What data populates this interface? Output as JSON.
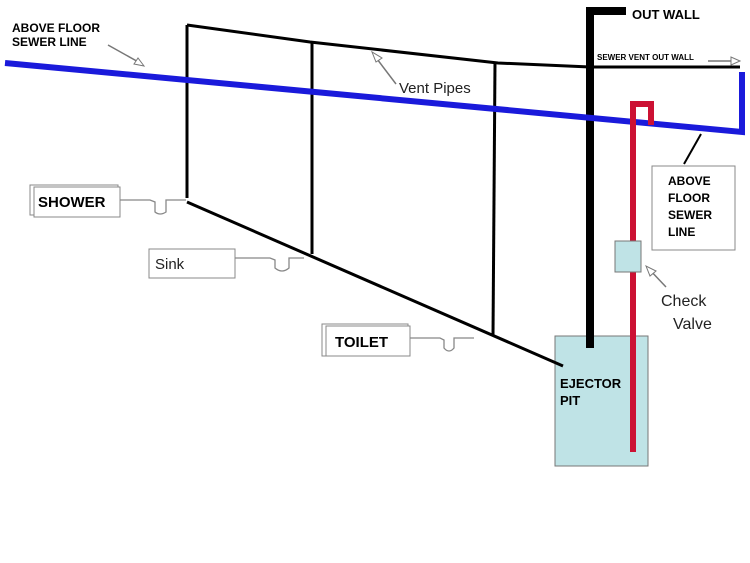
{
  "labels": {
    "above_floor_sewer_line_left_1": "ABOVE FLOOR",
    "above_floor_sewer_line_left_2": "SEWER LINE",
    "out_wall": "OUT WALL",
    "sewer_vent_out_wall": "SEWER VENT OUT WALL",
    "vent_pipes": "Vent Pipes",
    "above_floor_right_1": "ABOVE",
    "above_floor_right_2": "FLOOR",
    "above_floor_right_3": "SEWER",
    "above_floor_right_4": "LINE",
    "shower": "SHOWER",
    "sink": "Sink",
    "toilet": "TOILET",
    "check_valve_1": "Check",
    "check_valve_2": "Valve",
    "ejector_pit_1": "EJECTOR",
    "ejector_pit_2": "PIT"
  },
  "colors": {
    "sewer_line": "#1a1adb",
    "vent_pipe": "#000000",
    "pump_discharge": "#cc1133",
    "ejector_pit_fill": "#bfe3e6",
    "check_valve_fill": "#bfe3e6"
  }
}
